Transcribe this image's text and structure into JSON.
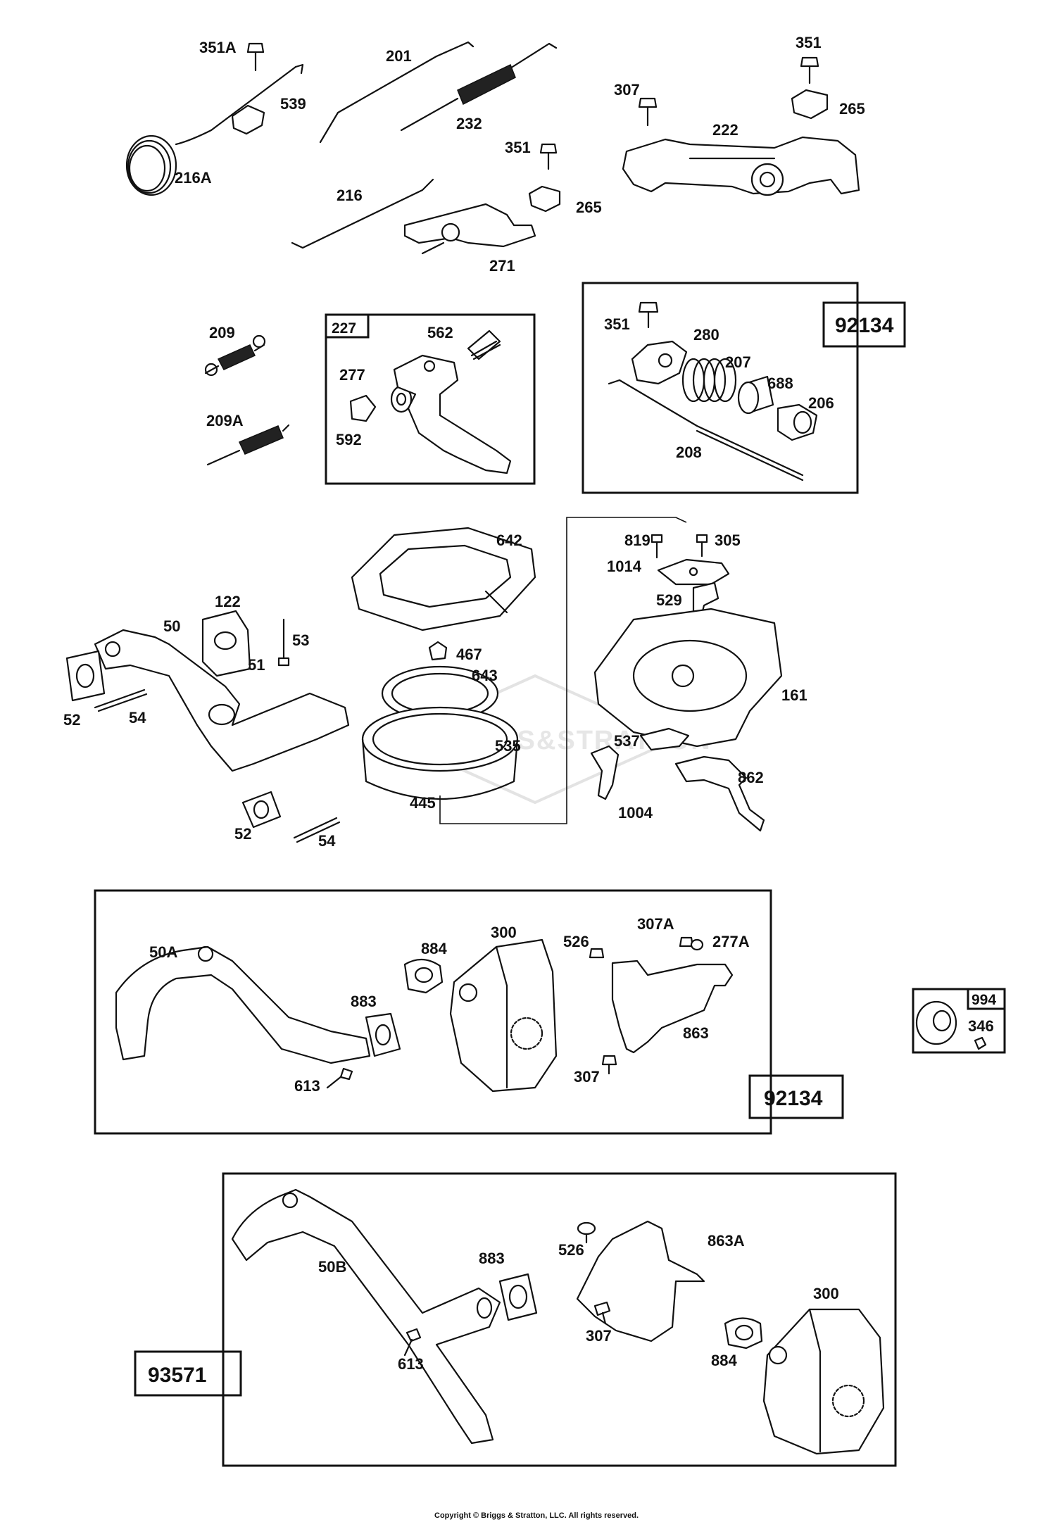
{
  "diagram": {
    "kit_labels": {
      "kit_upper": "92134",
      "kit_middle": "92134",
      "kit_lower": "93571",
      "box_227": "227",
      "box_994": "994"
    },
    "watermark": "BRIGGS&STRATTON",
    "part_labels": [
      "351A",
      "201",
      "539",
      "232",
      "216A",
      "307",
      "351",
      "265",
      "222",
      "351",
      "216",
      "265",
      "271",
      "209",
      "209A",
      "562",
      "277",
      "592",
      "351",
      "280",
      "207",
      "688",
      "206",
      "208",
      "642",
      "122",
      "50",
      "53",
      "51",
      "52",
      "54",
      "467",
      "643",
      "535",
      "445",
      "52",
      "54",
      "819",
      "305",
      "1014",
      "529",
      "161",
      "537",
      "862",
      "1004",
      "50A",
      "884",
      "300",
      "526",
      "307A",
      "277A",
      "883",
      "863",
      "613",
      "307",
      "346",
      "50B",
      "883",
      "526",
      "863A",
      "307",
      "300",
      "613",
      "884"
    ],
    "copyright": "Copyright © Briggs & Stratton, LLC. All rights reserved."
  }
}
